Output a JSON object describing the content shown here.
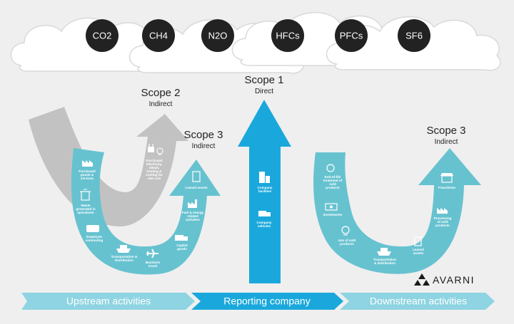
{
  "gases": [
    "CO2",
    "CH4",
    "N2O",
    "HFCs",
    "PFCs",
    "SF6"
  ],
  "scopes": {
    "scope2": {
      "title": "Scope 2",
      "subtitle": "Indirect"
    },
    "scope1": {
      "title": "Scope 1",
      "subtitle": "Direct"
    },
    "scope3_upstream": {
      "title": "Scope 3",
      "subtitle": "Indirect"
    },
    "scope3_downstream": {
      "title": "Scope 3",
      "subtitle": "Indirect"
    }
  },
  "activities": {
    "scope2": [
      "Purchased",
      "electricity,",
      "steam,",
      "heating &",
      "cooling for",
      "own use"
    ],
    "upstream": {
      "purchased_goods": [
        "Purchased",
        "goods &",
        "services"
      ],
      "waste": [
        "Waste",
        "generated in",
        "operations"
      ],
      "employee_commuting": [
        "Employee",
        "commuting"
      ],
      "transportation": [
        "Transportation &",
        "Distribution"
      ],
      "business_travel": [
        "Business",
        "travel"
      ],
      "capital_goods": [
        "Capital",
        "goods"
      ],
      "fuel_energy": [
        "Fuel & energy",
        "related",
        "activities"
      ],
      "leased_assets": [
        "Leased assets"
      ]
    },
    "company": {
      "facilities": [
        "Company",
        "facilities"
      ],
      "vehicles": [
        "Company",
        "vehicles"
      ]
    },
    "downstream": {
      "end_of_life": [
        "End-of-life",
        "treatment of",
        "sold",
        "products"
      ],
      "investments": [
        "Investments"
      ],
      "use_of_sold": [
        "Use of sold",
        "products"
      ],
      "transportation": [
        "Transportation",
        "& distribution"
      ],
      "leased_assets": [
        "Leased",
        "assets"
      ],
      "processing": [
        "Processing",
        "of sold",
        "products"
      ],
      "franchises": [
        "Franchises"
      ]
    }
  },
  "banner": {
    "upstream": "Upstream activities",
    "reporting": "Reporting company",
    "downstream": "Downstream activities"
  },
  "brand": "AVARNI",
  "colors": {
    "background": "#efefef",
    "teal": "#67c2d0",
    "scope1_blue": "#1aa8dc",
    "scope2_gray": "#c2c2c2",
    "gas_circle": "#222222",
    "banner_dark": "#3cb0c8"
  }
}
